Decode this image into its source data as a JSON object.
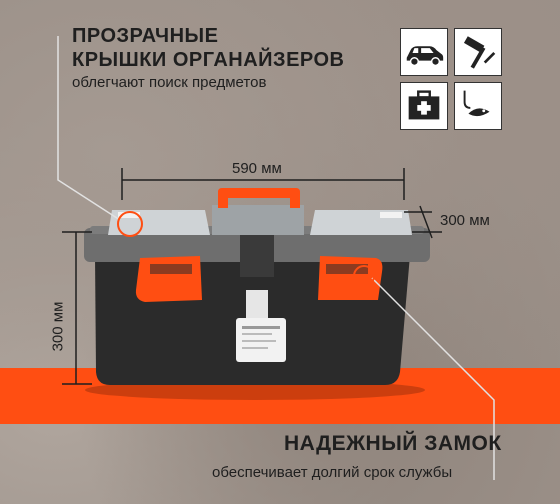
{
  "top_heading": {
    "line1": "ПРОЗРАЧНЫЕ",
    "line2": "КРЫШКИ ОРГАНАЙЗЕРОВ",
    "subtitle": "облегчают поиск предметов"
  },
  "bottom_heading": {
    "title": "НАДЕЖНЫЙ ЗАМОК",
    "subtitle": "обеспечивает долгий срок службы"
  },
  "dimensions": {
    "width": "590 мм",
    "depth": "300 мм",
    "height": "300 мм"
  },
  "usage_icons": [
    "car-icon",
    "hammer-icon",
    "first-aid-kit-icon",
    "fishing-hook-icon"
  ],
  "colors": {
    "accent": "#ff4e12",
    "case_body": "#2b2b2b",
    "lid_gray": "#6e6e6e"
  }
}
